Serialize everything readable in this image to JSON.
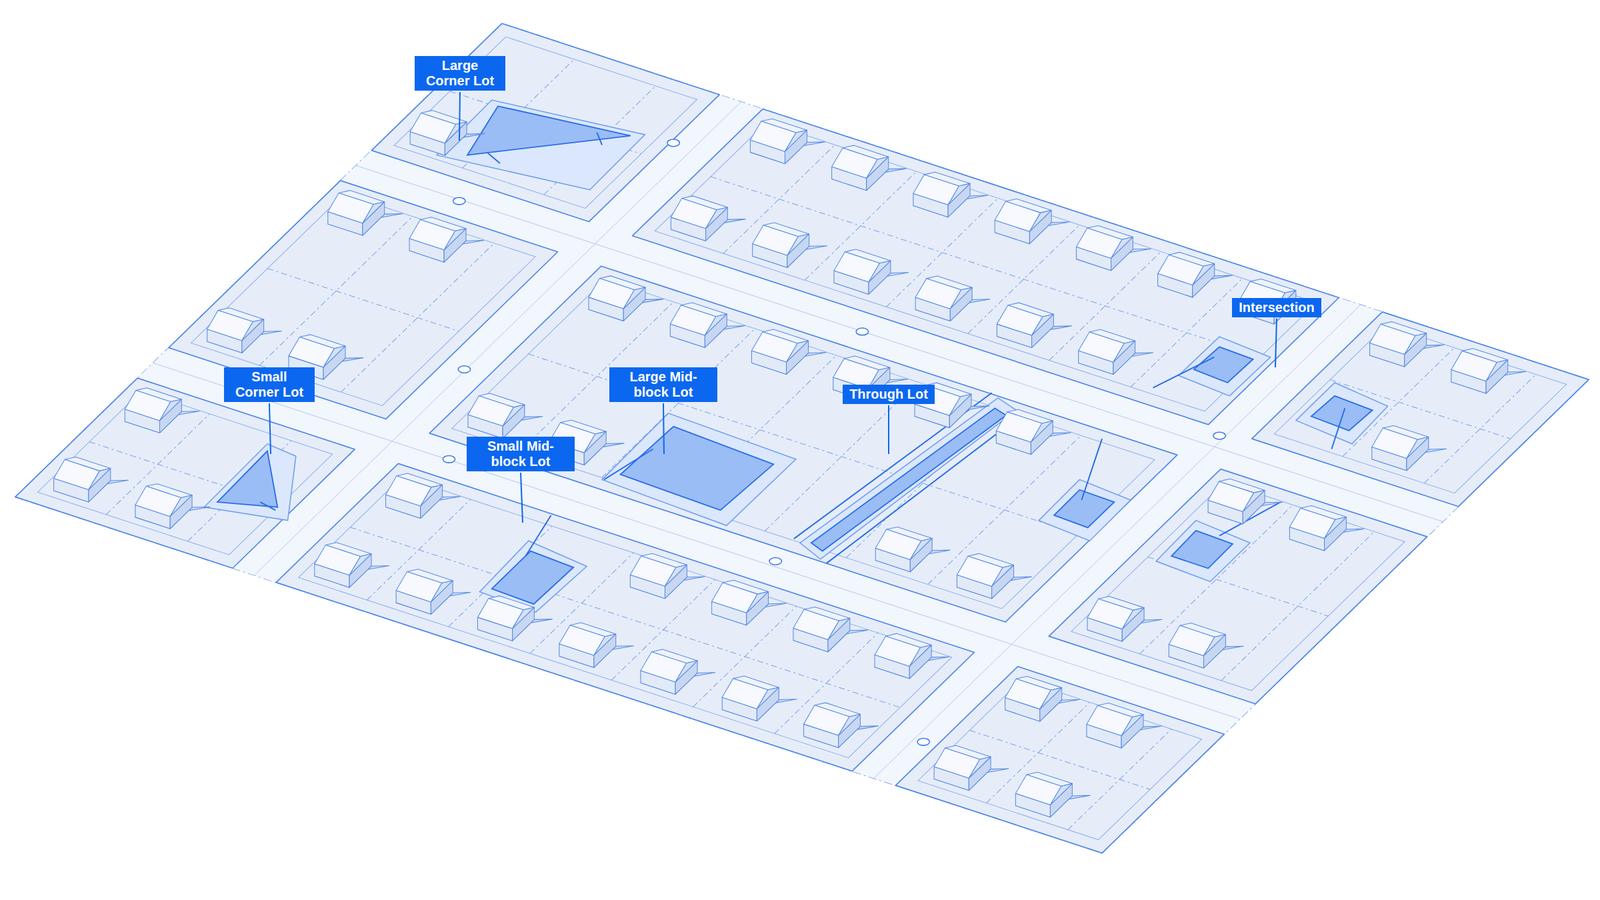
{
  "diagram": {
    "nodes": [
      {
        "text": [
          "Large Corner Lot"
        ]
      },
      {
        "text": [
          "Intersection"
        ]
      },
      {
        "text": [
          "Small Corner Lot"
        ]
      },
      {
        "text": [
          "Large Mid-block Lot"
        ]
      },
      {
        "text": [
          "Through Lot"
        ]
      },
      {
        "text": [
          "Small Mid-block Lot"
        ]
      }
    ]
  }
}
